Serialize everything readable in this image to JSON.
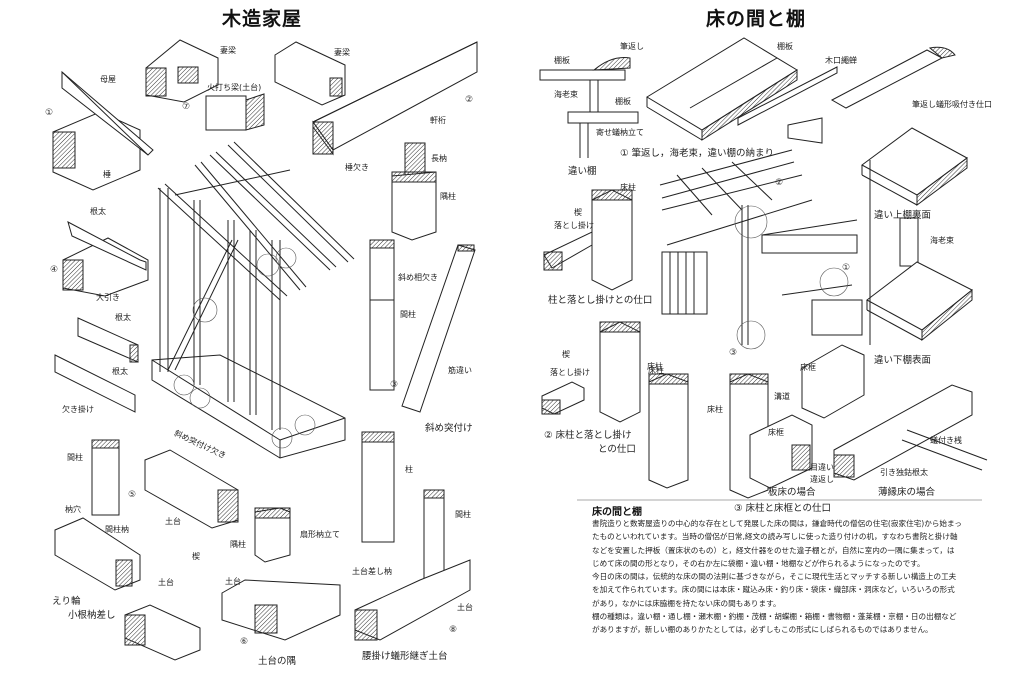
{
  "left_page": {
    "title": "木造家屋",
    "labels": {
      "moya": "母屋",
      "taruki": "棰",
      "tsumabari_a": "妻梁",
      "hiuchi": "火打ち梁(土台)",
      "tsumabari_b": "妻梁",
      "nokigeta": "軒桁",
      "taruki_kaki": "棰欠き",
      "nagahozo": "長枘",
      "sumibashira": "隅柱",
      "neda_1": "根太",
      "oobiki": "大引き",
      "neda_2": "根太",
      "neda_3": "根太",
      "kakikake": "欠き掛け",
      "naname_aikaki": "斜め相欠き",
      "mabashira_1": "間柱",
      "sujikai": "筋違い",
      "mabashira_2": "間柱",
      "hozoana": "枘穴",
      "mabashira_hozo": "間柱枘",
      "naname_tsukitsuke_kaki": "斜め突付け欠き",
      "dodai_1": "土台",
      "sumibashira_2": "隅柱",
      "senbi": "扇形枘立て",
      "kusabi": "楔",
      "hashira": "柱",
      "dodai_sashi": "土台差し枘",
      "mabashira_3": "間柱",
      "dodai_2": "土台",
      "dodai_3": "土台",
      "dodai_4": "土台"
    },
    "captions": {
      "naname_tsukitsuke": "斜め突付け",
      "eriwa": "えり輪",
      "kone_hozo": "小根枘差し",
      "dodai_sumi": "土台の隅",
      "koshikake": "腰掛け蟻形継ぎ土台"
    },
    "numbers": [
      "①",
      "②",
      "③",
      "④",
      "⑤",
      "⑥",
      "⑦",
      "⑧"
    ]
  },
  "right_page": {
    "title": "床の間と棚",
    "labels": {
      "fudegaeshi": "筆返し",
      "tanaita_1": "棚板",
      "ebizuka": "海老束",
      "tanaita_2": "棚板",
      "yose_ari": "寄せ蟻枘立て",
      "tanaita_3": "棚板",
      "koguchi": "木口繩蝉",
      "fude_ari": "筆返し蟻形吸付き仕口",
      "ebizuka_2": "海老束",
      "tokobashira_1": "床柱",
      "kusabi_1": "楔",
      "otoshigake_1": "落とし掛け",
      "kusabi_2": "楔",
      "otoshigake_2": "落とし掛け",
      "tokobashira_2": "床柱",
      "tokobashira_3": "床柱",
      "tokobashira_4": "床柱",
      "tokogamachi_1": "床框",
      "tokogamachi_2": "床框",
      "mizo": "溝道",
      "meai": "目違い",
      "meai_2": "違返し",
      "ari_sen": "蟻付き桟",
      "hikitsuke": "引き独鈷根太"
    },
    "captions": {
      "chigaidana": "違い棚",
      "fig1": "①  筆返し，海老束，違い棚の納まり",
      "ue_ura": "違い上棚裏面",
      "shita_omote": "違い下棚表面",
      "hashira_otoshi": "柱と落とし掛けとの仕口",
      "fig2a": "②  床柱と落とし掛け",
      "fig2b": "との仕口",
      "itadoko": "板床の場合",
      "tatami": "薄縁床の場合",
      "fig3": "③  床柱と床框との仕口"
    },
    "section_title": "床の間と棚",
    "paragraphs": [
      "書院造りと数寄屋造りの中心的な存在として発展した床の間は，鎌倉時代の僧侶の住宅(寂家住宅)から始まったものといわれています。当時の僧侶が日常,経文の読み写しに使った造り付けの机，すなわち書院と掛け軸などを安置した押板（置床状のもの）と，経文什器をのせた違子棚とが，自然に室内の一隅に集まって，はじめて床の間の形となり，その右か左に袋棚・違い棚・地棚などが作られるようになったのです。",
      "今日の床の間は，伝統的な床の間の法則に基づきながら，そこに現代生活とマッチする新しい構造上の工夫を加えて作られています。床の間には本床・蹴込み床・釣り床・袋床・織部床・洞床など，いろいろの形式があり，なかには床脇棚を持たない床の間もあります。",
      "棚の種類は，違い棚・通し棚・瀬木棚・釣棚・茂棚・胡蝶棚・箱棚・書物棚・蓬莱棚・京棚・日の出棚などがありますが，新しい棚のありかたとしては，必ずしもこの形式にしばられるものではありません。"
    ],
    "numbers": [
      "①",
      "②",
      "③"
    ]
  }
}
